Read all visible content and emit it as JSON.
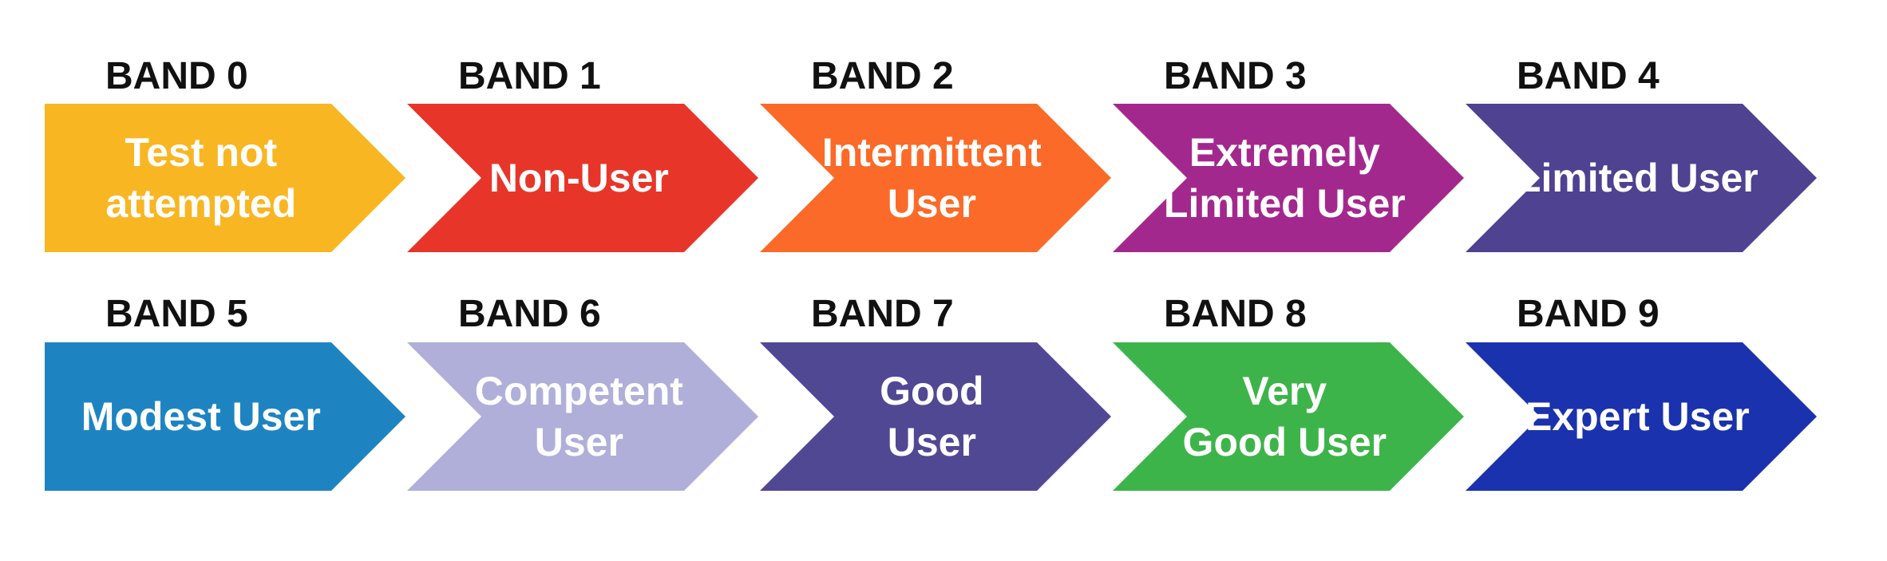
{
  "rows": [
    {
      "bands": [
        {
          "label": "BAND 0",
          "lines": [
            "Test not",
            "attempted"
          ],
          "color": "#F8B622"
        },
        {
          "label": "BAND 1",
          "lines": [
            "Non-User"
          ],
          "color": "#E8352A"
        },
        {
          "label": "BAND 2",
          "lines": [
            "Intermittent",
            "User"
          ],
          "color": "#FB6A28"
        },
        {
          "label": "BAND 3",
          "lines": [
            "Extremely",
            "Limited User"
          ],
          "color": "#A3288E"
        },
        {
          "label": "BAND 4",
          "lines": [
            "Limited User"
          ],
          "color": "#4E4291"
        }
      ]
    },
    {
      "bands": [
        {
          "label": "BAND 5",
          "lines": [
            "Modest User"
          ],
          "color": "#1E84C1"
        },
        {
          "label": "BAND 6",
          "lines": [
            "Competent",
            "User"
          ],
          "color": "#AFAFDA"
        },
        {
          "label": "BAND 7",
          "lines": [
            "Good",
            "User"
          ],
          "color": "#514894"
        },
        {
          "label": "BAND 8",
          "lines": [
            "Very",
            "Good User"
          ],
          "color": "#3DB44A"
        },
        {
          "label": "BAND 9",
          "lines": [
            "Expert User"
          ],
          "color": "#1B32AE"
        }
      ]
    }
  ]
}
